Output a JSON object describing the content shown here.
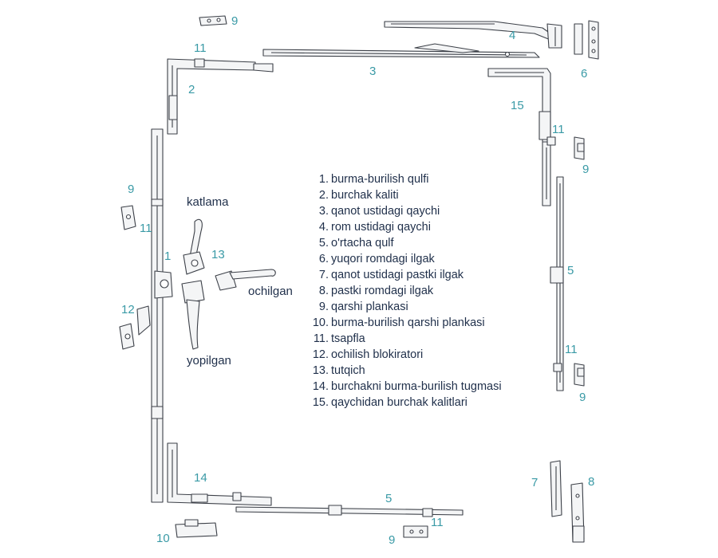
{
  "callouts": {
    "c9_top": "9",
    "c4": "4",
    "c11_top": "11",
    "c3": "3",
    "c6": "6",
    "c2": "2",
    "c15": "15",
    "c11_right_upper": "11",
    "c9_right_upper": "9",
    "c9_left": "9",
    "c11_left": "11",
    "c1": "1",
    "c13": "13",
    "c5_right": "5",
    "c12": "12",
    "c11_right_lower": "11",
    "c9_right_lower": "9",
    "c14": "14",
    "c5_bottom": "5",
    "c7": "7",
    "c8": "8",
    "c11_bottom": "11",
    "c10": "10",
    "c9_bottom": "9"
  },
  "handle_states": {
    "folding": "katlama",
    "open": "ochilgan",
    "closed": "yopilgan"
  },
  "legend": [
    {
      "num": "1.",
      "text": "burma-burilish qulfi"
    },
    {
      "num": "2.",
      "text": "burchak kaliti"
    },
    {
      "num": "3.",
      "text": "qanot ustidagi qaychi"
    },
    {
      "num": "4.",
      "text": "rom ustidagi qaychi"
    },
    {
      "num": "5.",
      "text": "o'rtacha qulf"
    },
    {
      "num": "6.",
      "text": "yuqori romdagi ilgak"
    },
    {
      "num": "7.",
      "text": "qanot ustidagi pastki ilgak"
    },
    {
      "num": "8.",
      "text": "pastki romdagi ilgak"
    },
    {
      "num": "9.",
      "text": "qarshi plankasi"
    },
    {
      "num": "10.",
      "text": "burma-burilish qarshi plankasi"
    },
    {
      "num": "11.",
      "text": "tsapfla"
    },
    {
      "num": "12.",
      "text": "ochilish blokiratori"
    },
    {
      "num": "13.",
      "text": "tutqich"
    },
    {
      "num": "14.",
      "text": "burchakni burma-burilish tugmasi"
    },
    {
      "num": "15.",
      "text": "qaychidan burchak kalitlari"
    }
  ]
}
